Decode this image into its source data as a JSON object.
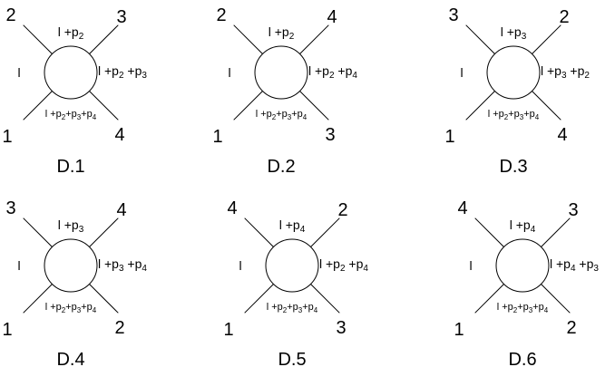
{
  "diagrams": [
    {
      "caption": "D.1",
      "legs": {
        "top_left": "2",
        "top_right": "3",
        "bottom_left": "1",
        "bottom_right": "4"
      },
      "momenta": {
        "top": [
          [
            "l +p",
            ""
          ],
          [
            "2",
            "sub"
          ]
        ],
        "left": [
          [
            "l",
            ""
          ]
        ],
        "right": [
          [
            "l +p",
            ""
          ],
          [
            "2",
            "sub"
          ],
          [
            " +p",
            ""
          ],
          [
            "3",
            "sub"
          ]
        ],
        "bottom": [
          [
            "l +p",
            ""
          ],
          [
            "2",
            "sub"
          ],
          [
            "+p",
            ""
          ],
          [
            "3",
            "sub"
          ],
          [
            "+p",
            ""
          ],
          [
            "4",
            "sub"
          ]
        ]
      }
    },
    {
      "caption": "D.2",
      "legs": {
        "top_left": "2",
        "top_right": "4",
        "bottom_left": "1",
        "bottom_right": "3"
      },
      "momenta": {
        "top": [
          [
            "l +p",
            ""
          ],
          [
            "2",
            "sub"
          ]
        ],
        "left": [
          [
            "l",
            ""
          ]
        ],
        "right": [
          [
            "l +p",
            ""
          ],
          [
            "2",
            "sub"
          ],
          [
            " +p",
            ""
          ],
          [
            "4",
            "sub"
          ]
        ],
        "bottom": [
          [
            "l +p",
            ""
          ],
          [
            "2",
            "sub"
          ],
          [
            "+p",
            ""
          ],
          [
            "3",
            "sub"
          ],
          [
            "+p",
            ""
          ],
          [
            "4",
            "sub"
          ]
        ]
      }
    },
    {
      "caption": "D.3",
      "legs": {
        "top_left": "3",
        "top_right": "2",
        "bottom_left": "1",
        "bottom_right": "4"
      },
      "momenta": {
        "top": [
          [
            "l +p",
            ""
          ],
          [
            "3",
            "sub"
          ]
        ],
        "left": [
          [
            "l",
            ""
          ]
        ],
        "right": [
          [
            "l +p",
            ""
          ],
          [
            "3",
            "sub"
          ],
          [
            " +p",
            ""
          ],
          [
            "2",
            "sub"
          ]
        ],
        "bottom": [
          [
            "l +p",
            ""
          ],
          [
            "2",
            "sub"
          ],
          [
            "+p",
            ""
          ],
          [
            "3",
            "sub"
          ],
          [
            "+p",
            ""
          ],
          [
            "4",
            "sub"
          ]
        ]
      }
    },
    {
      "caption": "D.4",
      "legs": {
        "top_left": "3",
        "top_right": "4",
        "bottom_left": "1",
        "bottom_right": "2"
      },
      "momenta": {
        "top": [
          [
            "l +p",
            ""
          ],
          [
            "3",
            "sub"
          ]
        ],
        "left": [
          [
            "l",
            ""
          ]
        ],
        "right": [
          [
            "l +p",
            ""
          ],
          [
            "3",
            "sub"
          ],
          [
            " +p",
            ""
          ],
          [
            "4",
            "sub"
          ]
        ],
        "bottom": [
          [
            "l +p",
            ""
          ],
          [
            "2",
            "sub"
          ],
          [
            "+p",
            ""
          ],
          [
            "3",
            "sub"
          ],
          [
            "+p",
            ""
          ],
          [
            "4",
            "sub"
          ]
        ]
      }
    },
    {
      "caption": "D.5",
      "legs": {
        "top_left": "4",
        "top_right": "2",
        "bottom_left": "1",
        "bottom_right": "3"
      },
      "momenta": {
        "top": [
          [
            "l +p",
            ""
          ],
          [
            "4",
            "sub"
          ]
        ],
        "left": [
          [
            "l",
            ""
          ]
        ],
        "right": [
          [
            "l +p",
            ""
          ],
          [
            "2",
            "sub"
          ],
          [
            " +p",
            ""
          ],
          [
            "4",
            "sub"
          ]
        ],
        "bottom": [
          [
            "l +p",
            ""
          ],
          [
            "2",
            "sub"
          ],
          [
            "+p",
            ""
          ],
          [
            "3",
            "sub"
          ],
          [
            "+p",
            ""
          ],
          [
            "4",
            "sub"
          ]
        ]
      }
    },
    {
      "caption": "D.6",
      "legs": {
        "top_left": "4",
        "top_right": "3",
        "bottom_left": "1",
        "bottom_right": "2"
      },
      "momenta": {
        "top": [
          [
            "l +p",
            ""
          ],
          [
            "4",
            "sub"
          ]
        ],
        "left": [
          [
            "l",
            ""
          ]
        ],
        "right": [
          [
            "l +p",
            ""
          ],
          [
            "4",
            "sub"
          ],
          [
            " +p",
            ""
          ],
          [
            "3",
            "sub"
          ]
        ],
        "bottom": [
          [
            "l +p",
            ""
          ],
          [
            "2",
            "sub"
          ],
          [
            "+p",
            ""
          ],
          [
            "3",
            "sub"
          ],
          [
            "+p",
            ""
          ],
          [
            "4",
            "sub"
          ]
        ]
      }
    }
  ]
}
